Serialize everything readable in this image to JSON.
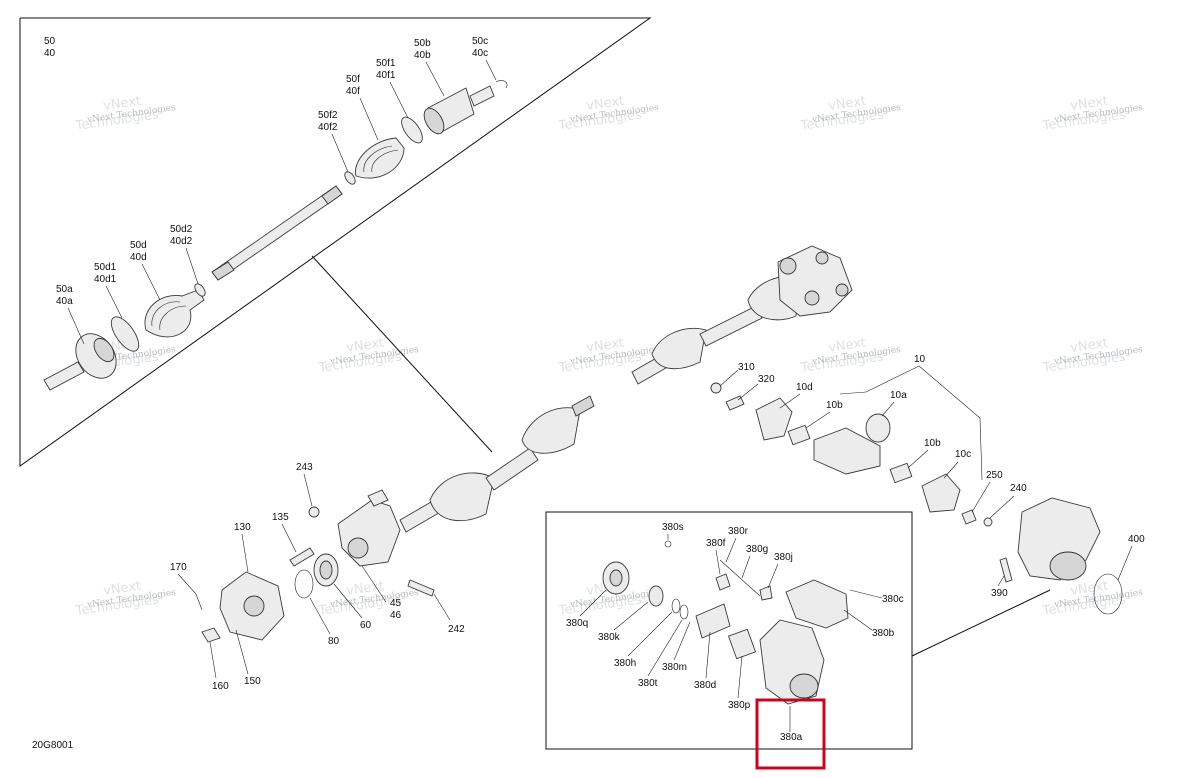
{
  "diagram": {
    "code": "20G8001",
    "highlight_color": "#d0021b",
    "watermark": {
      "line1": "vNext",
      "line2": "Technologies",
      "line3": "vNext Technologies"
    },
    "inset_top_left": {
      "header_line1": "50",
      "header_line2": "40",
      "callouts": {
        "c50c": [
          "50c",
          "40c"
        ],
        "c50b": [
          "50b",
          "40b"
        ],
        "c50f1": [
          "50f1",
          "40f1"
        ],
        "c50f": [
          "50f",
          "40f"
        ],
        "c50f2": [
          "50f2",
          "40f2"
        ],
        "c50d2": [
          "50d2",
          "40d2"
        ],
        "c50d": [
          "50d",
          "40d"
        ],
        "c50d1": [
          "50d1",
          "40d1"
        ],
        "c50a": [
          "50a",
          "40a"
        ]
      }
    },
    "main_callouts": {
      "c310": "310",
      "c320": "320",
      "c10": "10",
      "c10d": "10d",
      "c10b_top": "10b",
      "c10a": "10a",
      "c10b_bot": "10b",
      "c10c": "10c",
      "c250": "250",
      "c240": "240",
      "c400": "400",
      "c390": "390",
      "c243": "243",
      "c135": "135",
      "c130": "130",
      "c170": "170",
      "c45": "45",
      "c46": "46",
      "c60": "60",
      "c80": "80",
      "c242": "242",
      "c150": "150",
      "c160": "160"
    },
    "inset_bottom": {
      "c380s": "380s",
      "c380r": "380r",
      "c380f": "380f",
      "c380g": "380g",
      "c380j": "380j",
      "c380q": "380q",
      "c380k": "380k",
      "c380h": "380h",
      "c380t": "380t",
      "c380m": "380m",
      "c380d": "380d",
      "c380p": "380p",
      "c380c": "380c",
      "c380b": "380b",
      "c380a": "380a"
    }
  }
}
